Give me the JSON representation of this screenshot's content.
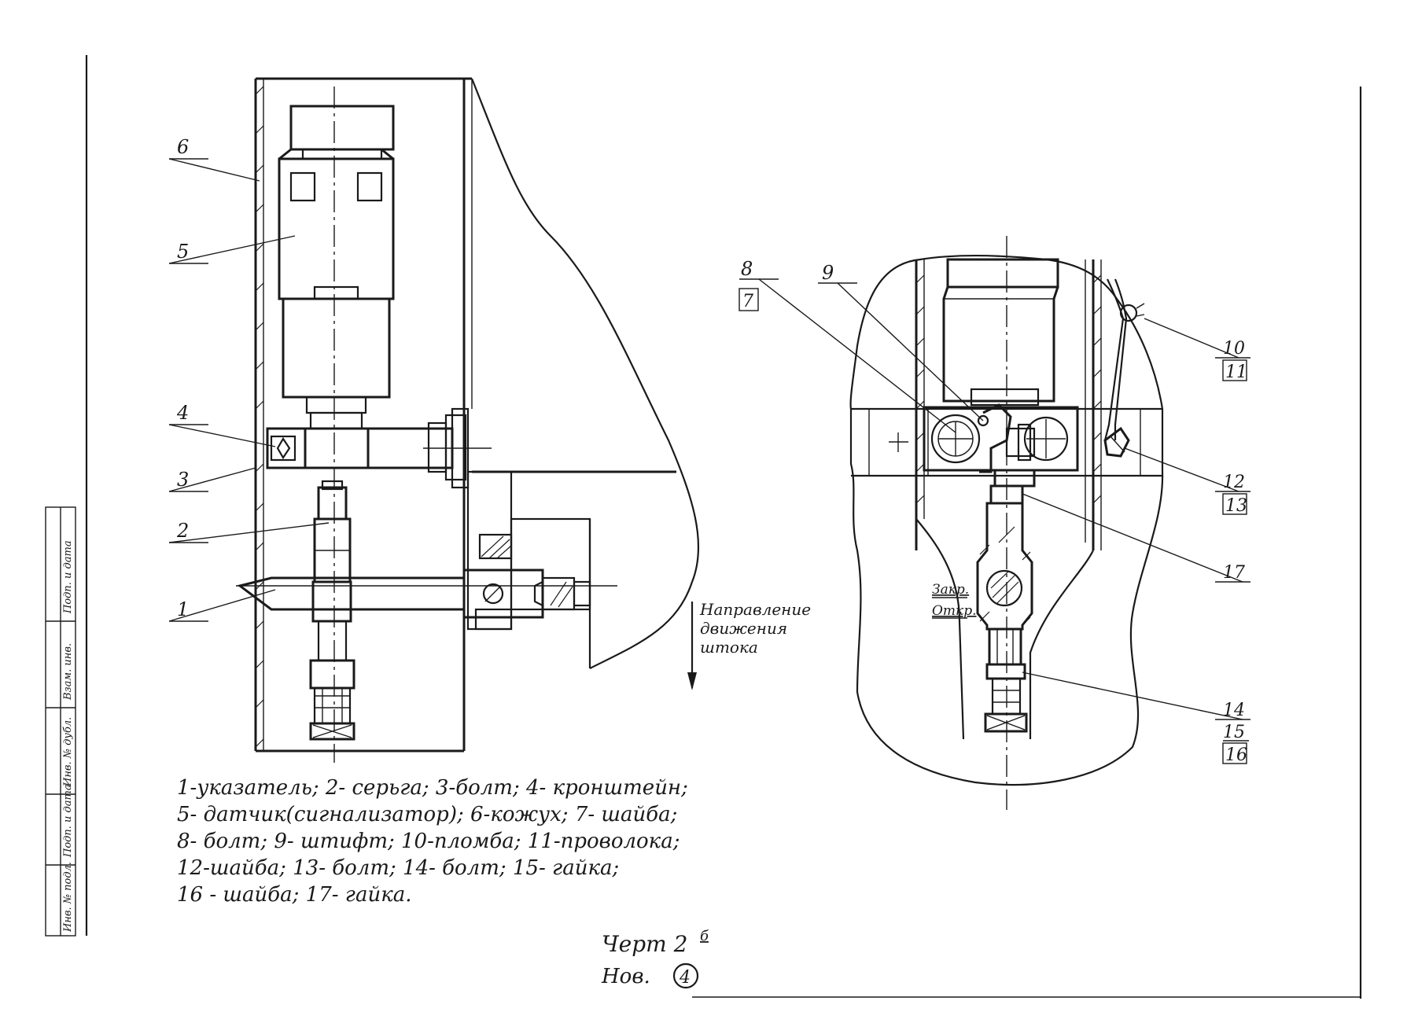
{
  "callouts_left": [
    "6",
    "5",
    "4",
    "3",
    "2",
    "1"
  ],
  "callouts_right": {
    "c8": "8",
    "c7": "7",
    "c9": "9",
    "c10": "10",
    "c11": "11",
    "c12": "12",
    "c13": "13",
    "c17": "17",
    "c14": "14",
    "c15": "15",
    "c16": "16"
  },
  "direction_label": [
    "Направление",
    "движения",
    "штока"
  ],
  "position_labels": {
    "closed": "Закр.",
    "open": "Откр."
  },
  "legend": [
    "1-указатель; 2- серьга; 3-болт; 4- кронштейн;",
    "5- датчик(сигнализатор); 6-кожух; 7- шайба;",
    "8- болт; 9- штифт; 10-пломба; 11-проволока;",
    "12-шайба; 13- болт; 14- болт; 15- гайка;",
    "16 - шайба; 17- гайка."
  ],
  "sheet_caption": {
    "drawing": "Черт 2",
    "drawing_suffix": "б",
    "edition": "Нов.",
    "edition_no": "4"
  },
  "margin_stamp": [
    "Подп. и дата",
    "Взам. инв.",
    "Инв. № дубл.",
    "Подп. и дата",
    "Инв. № подл."
  ]
}
